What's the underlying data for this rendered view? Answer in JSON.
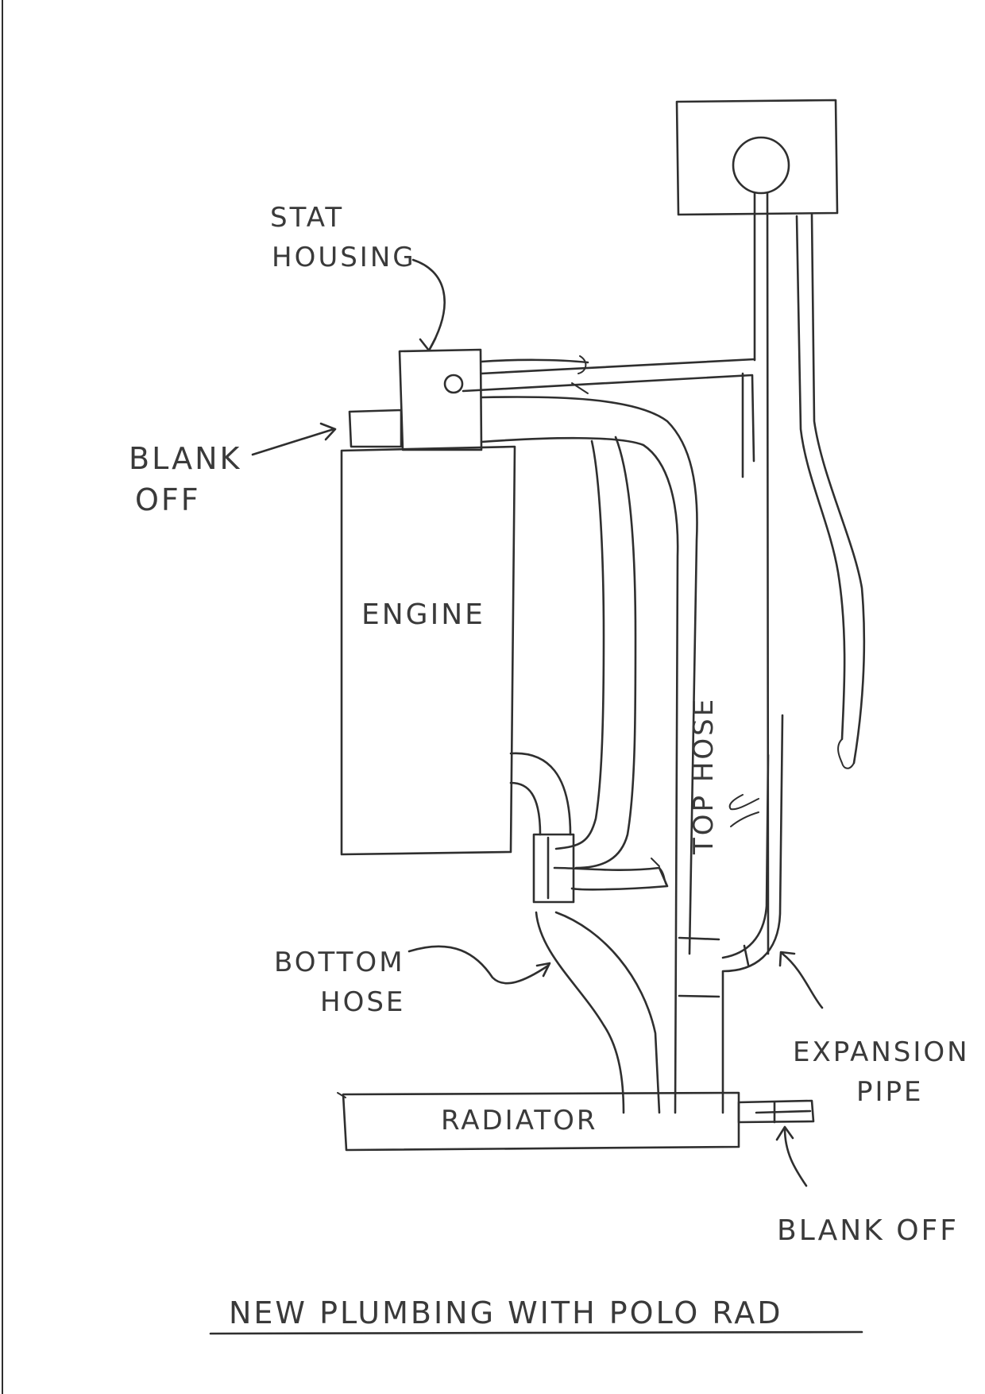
{
  "title": "NEW PLUMBING WITH POLO RAD",
  "labels": {
    "stat_housing_line1": "STAT",
    "stat_housing_line2": "HOUSING",
    "blank_off_left_line1": "BLANK",
    "blank_off_left_line2": "OFF",
    "engine": "ENGINE",
    "top_hose": "TOP HOSE",
    "bottom_hose_line1": "BOTTOM",
    "bottom_hose_line2": "HOSE",
    "expansion_pipe_line1": "EXPANSION",
    "expansion_pipe_line2": "PIPE",
    "radiator": "RADIATOR",
    "blank_off_right": "BLANK OFF"
  },
  "colors": {
    "ink": "#2f2f2f",
    "paper": "#ffffff"
  }
}
